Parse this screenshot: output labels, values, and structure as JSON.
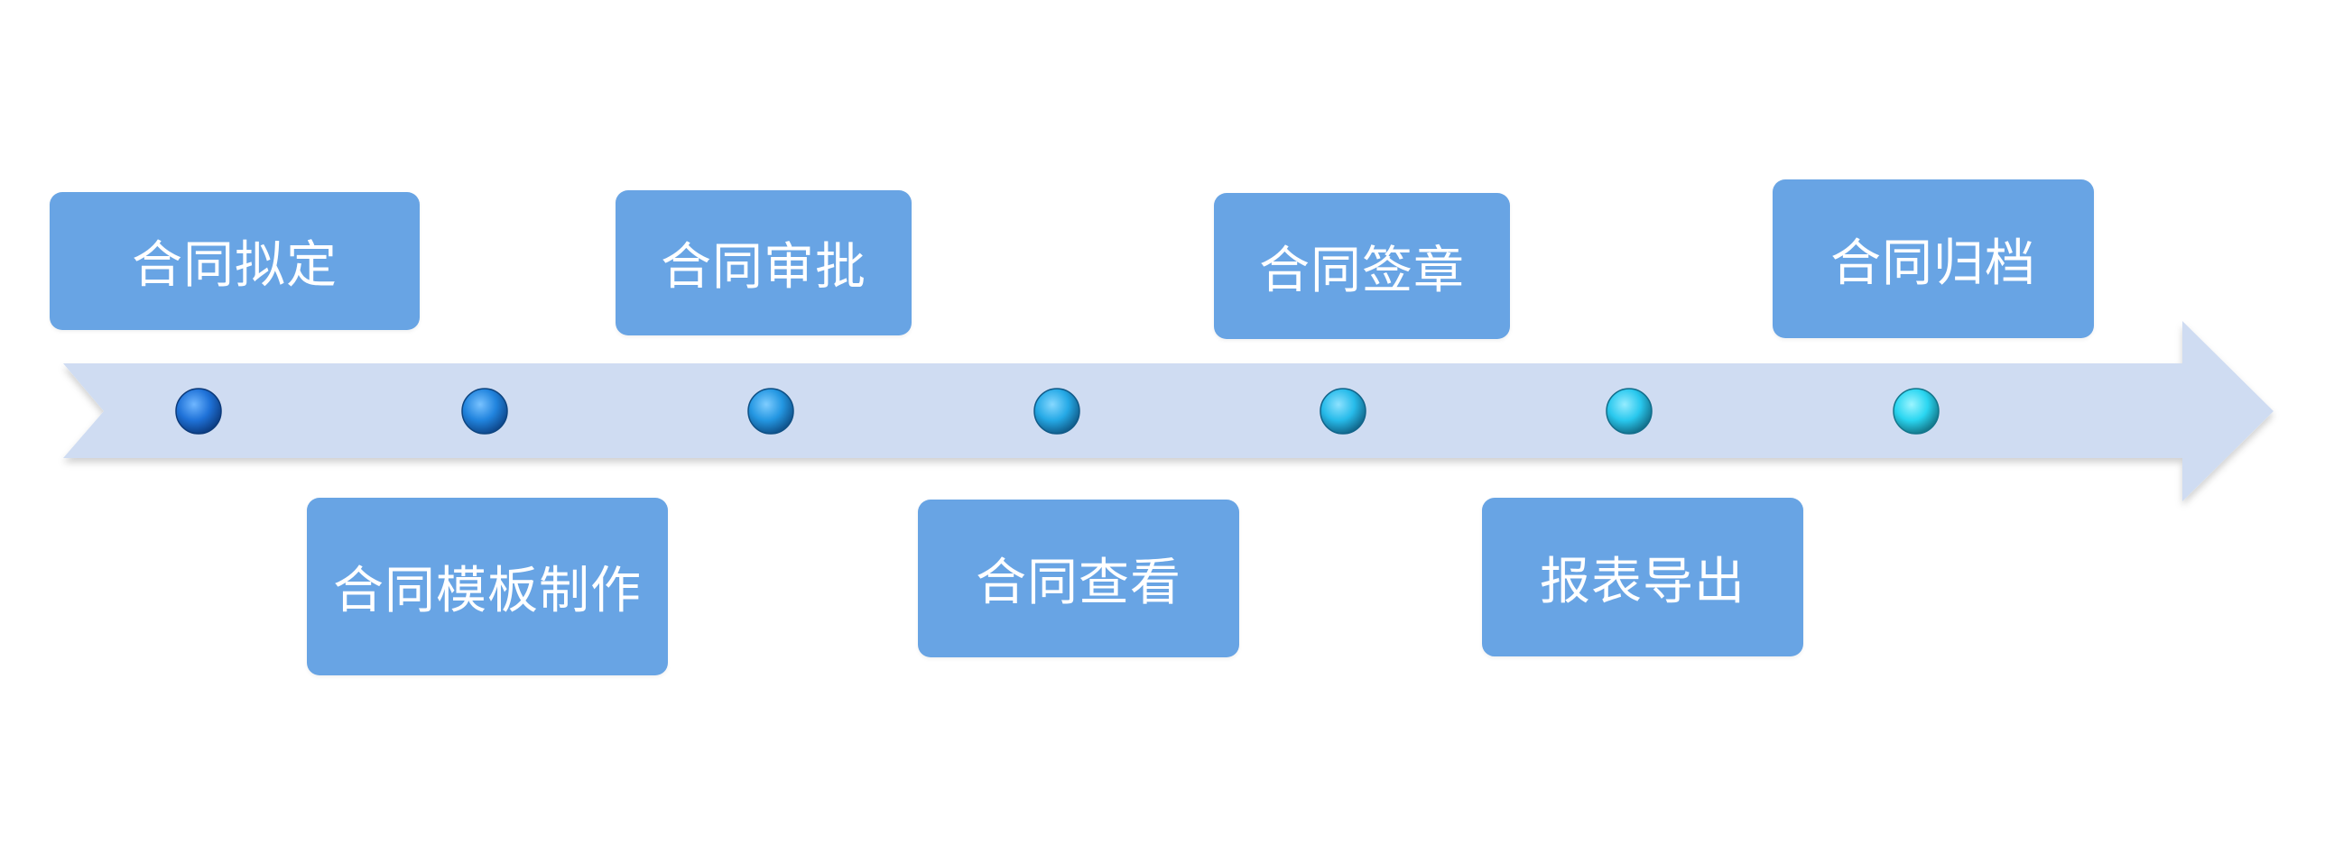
{
  "steps": [
    {
      "label": "合同拟定"
    },
    {
      "label": "合同模板制作"
    },
    {
      "label": "合同审批"
    },
    {
      "label": "合同查看"
    },
    {
      "label": "合同签章"
    },
    {
      "label": "报表导出"
    },
    {
      "label": "合同归档"
    }
  ],
  "colors": {
    "box_fill": "#68a4e4",
    "arrow_fill": "#cfdcf2",
    "node_dark": "#1f6fd6",
    "node_light": "#2ad2ee",
    "text": "#ffffff"
  }
}
